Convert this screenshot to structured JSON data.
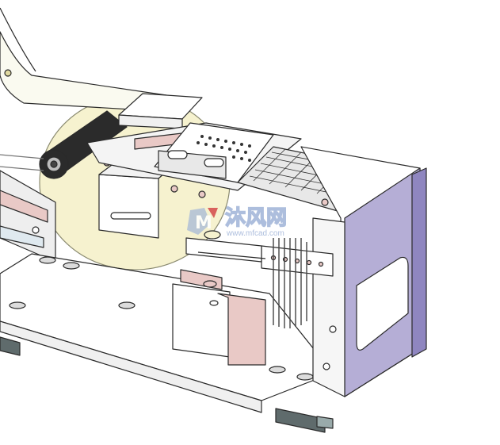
{
  "watermark": {
    "brand": "沐风网",
    "url": "www.mfcad.com",
    "logo_letters": "M"
  },
  "colors": {
    "line": "#2a2a2a",
    "face_white": "#ffffff",
    "face_light": "#f2f2f2",
    "face_pink": "#e9c9c6",
    "face_purple": "#b5aed6",
    "face_purple_dark": "#8f86c0",
    "roller": "#2b2b2b",
    "wheel_cream": "#f4f0c8",
    "feet": "#5f6b6c",
    "watermark_blue": "#9fb3d8",
    "watermark_red": "#d44a4a"
  }
}
